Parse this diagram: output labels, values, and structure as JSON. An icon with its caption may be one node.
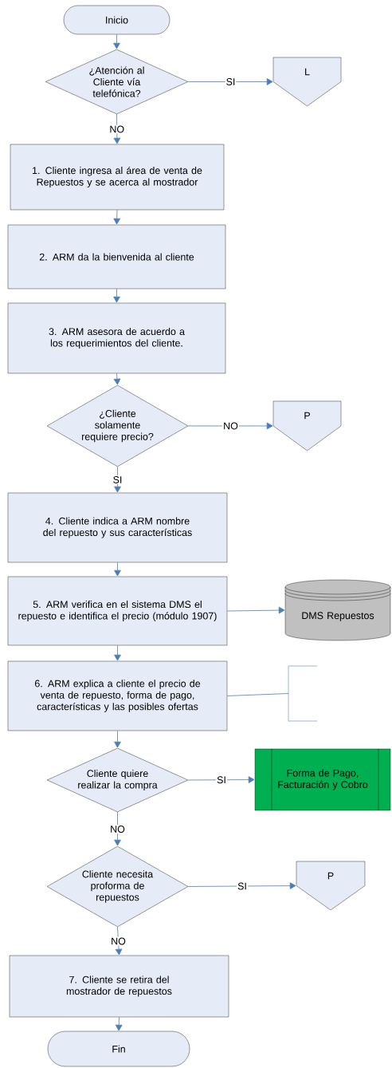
{
  "diagram": {
    "nodes": [
      {
        "text": [
          "Inicio"
        ]
      },
      {
        "text": [
          "¿Atención al Cliente vía telefónica?"
        ]
      },
      {
        "text": [
          "L"
        ]
      },
      {
        "text": [
          "1. Cliente ingresa al área de venta de Repuestos y se acerca al mostrador"
        ]
      },
      {
        "text": [
          "2. ARM da la bienvenida al cliente"
        ]
      },
      {
        "text": [
          "3. ARM asesora de acuerdo a los requerimientos del cliente."
        ]
      },
      {
        "text": [
          "¿Cliente solamente requiere precio?"
        ]
      },
      {
        "text": [
          "P"
        ]
      },
      {
        "text": [
          "4. Cliente indica a ARM nombre del repuesto y sus características"
        ]
      },
      {
        "text": [
          "5. ARM verifica en el sistema DMS el repuesto e identifica el precio (módulo 1907)"
        ]
      },
      {
        "text": [
          "DMS Repuestos"
        ]
      },
      {
        "text": [
          "6. ARM explica a cliente el precio de venta de repuesto, forma de pago, características y las posibles ofertas"
        ]
      },
      {
        "text": [],
        "shape": "bracket"
      },
      {
        "text": [
          "Cliente quiere realizar la compra"
        ]
      },
      {
        "text": [
          "Forma de Pago, Facturación y Cobro"
        ]
      },
      {
        "text": [
          "Cliente necesita proforma de repuestos"
        ]
      },
      {
        "text": [
          "P"
        ]
      },
      {
        "text": [
          "7. Cliente se retira del mostrador de repuestos"
        ]
      },
      {
        "text": [
          "Fin"
        ]
      }
    ],
    "edges": [
      {
        "from": 0,
        "to": 1,
        "arrow": "to"
      },
      {
        "from": 1,
        "to": 2,
        "arrow": "to",
        "label": "SI"
      },
      {
        "from": 1,
        "to": 3,
        "arrow": "to",
        "label": "NO"
      },
      {
        "from": 3,
        "to": 4,
        "arrow": "to"
      },
      {
        "from": 4,
        "to": 5,
        "arrow": "to"
      },
      {
        "from": 5,
        "to": 6,
        "arrow": "to"
      },
      {
        "from": 6,
        "to": 7,
        "arrow": "to",
        "label": "NO"
      },
      {
        "from": 6,
        "to": 8,
        "arrow": "to",
        "label": "SI"
      },
      {
        "from": 8,
        "to": 9,
        "arrow": "to"
      },
      {
        "from": 9,
        "to": 10,
        "arrow": "to"
      },
      {
        "from": 9,
        "to": 11,
        "arrow": "to"
      },
      {
        "from": 11,
        "to": 12,
        "arrow": "none"
      },
      {
        "from": 11,
        "to": 13,
        "arrow": "to"
      },
      {
        "from": 13,
        "to": 14,
        "arrow": "to",
        "label": "SI"
      },
      {
        "from": 13,
        "to": 15,
        "arrow": "to",
        "label": "NO"
      },
      {
        "from": 15,
        "to": 16,
        "arrow": "to",
        "label": "SI"
      },
      {
        "from": 15,
        "to": 17,
        "arrow": "to",
        "label": "NO"
      },
      {
        "from": 17,
        "to": 18,
        "arrow": "to"
      }
    ]
  }
}
